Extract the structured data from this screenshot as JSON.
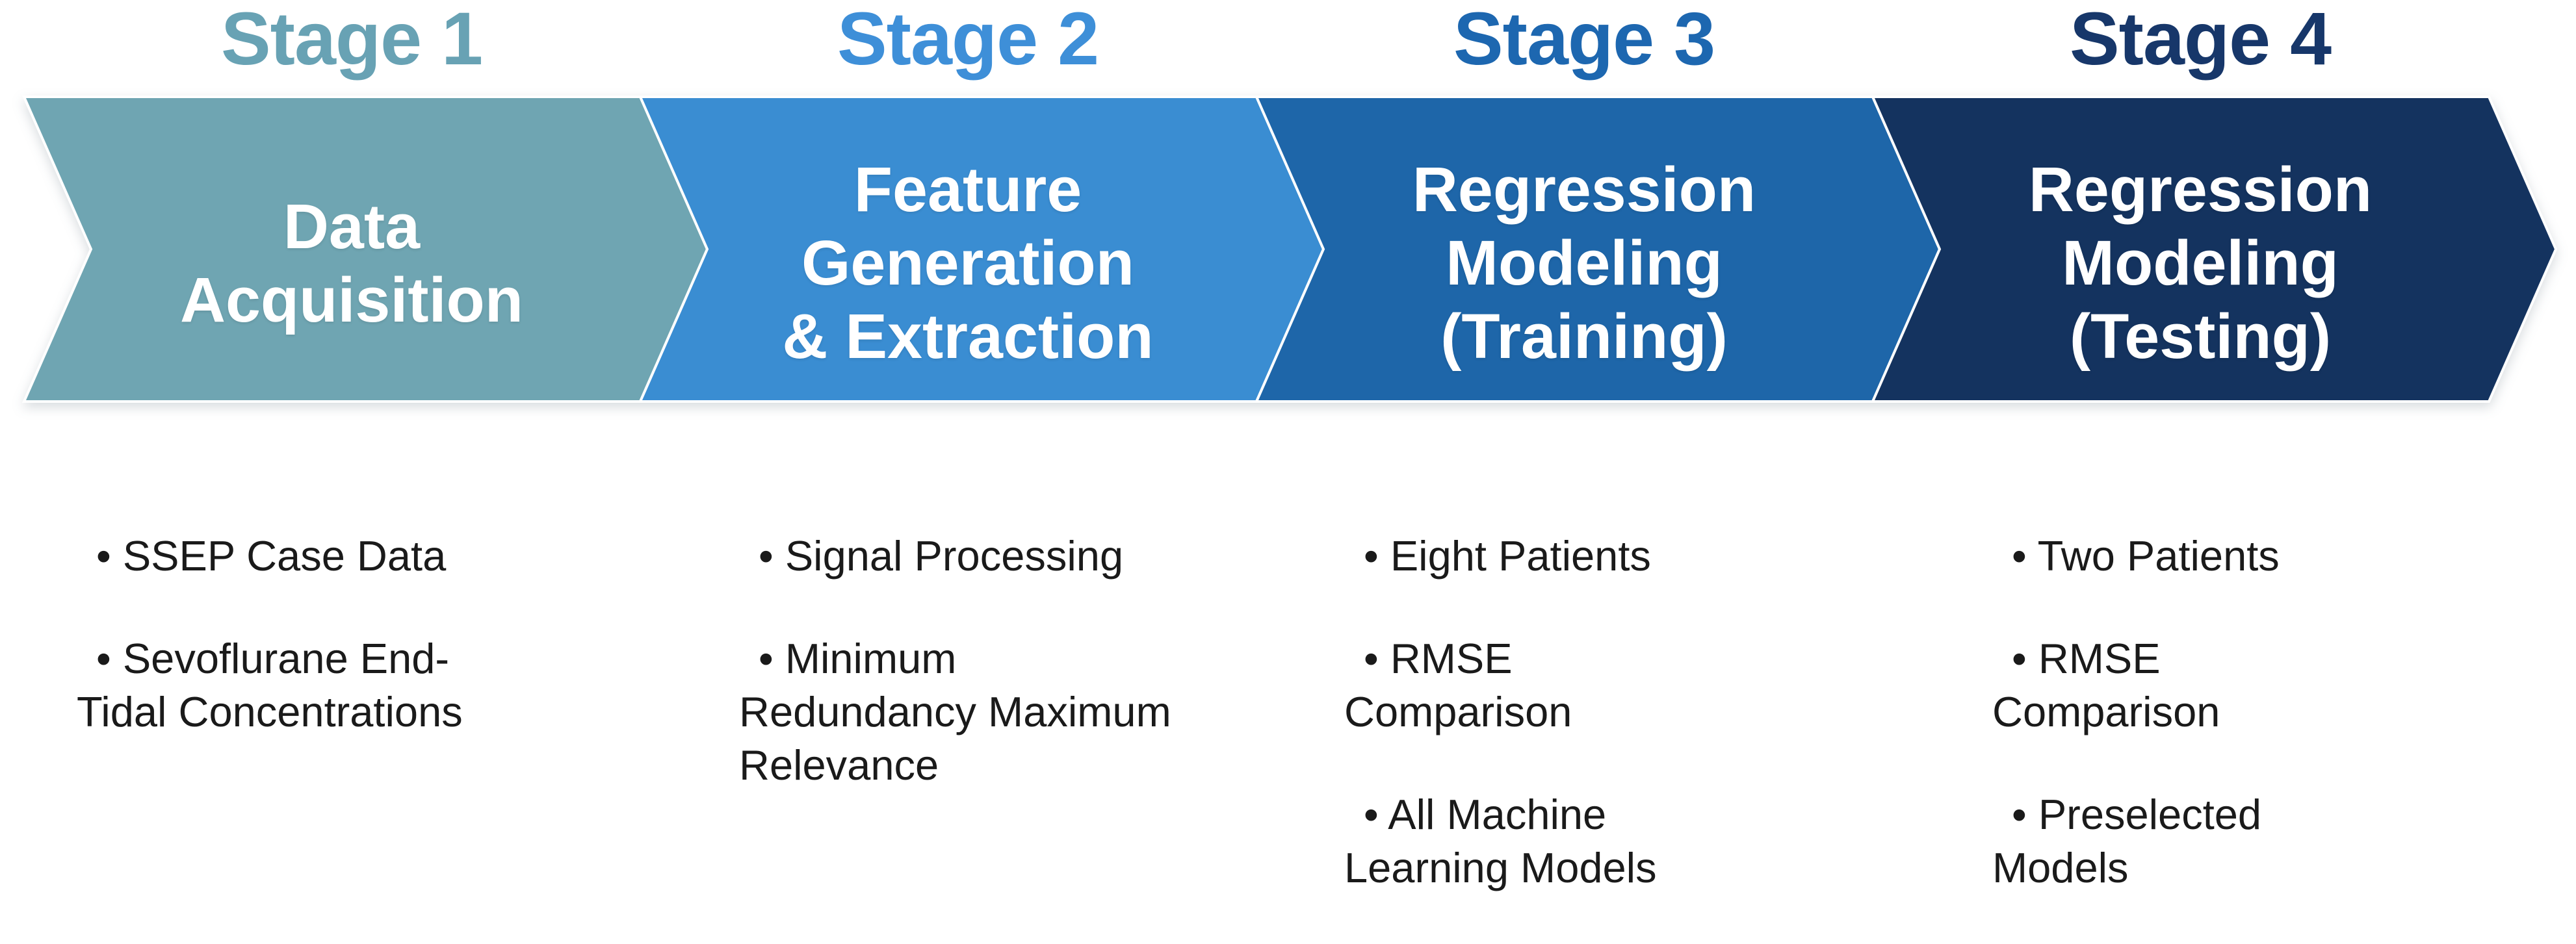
{
  "figure": {
    "background_color": "#FFFFFF",
    "divider_color": "#FFFFFF",
    "arrow_label_color": "#FFFFFF",
    "bullet_text_color": "#1A1A1A",
    "bullet_char": "•"
  },
  "stages": [
    {
      "heading": "Stage 1",
      "heading_color": "#68A2B4",
      "arrow_color": "#6FA5B2",
      "label": "Data Acquisition",
      "label_lines": [
        "Data",
        "Acquisition"
      ],
      "bullets": [
        "• SSEP Case Data",
        "• Sevoflurane End-Tidal Concentrations"
      ]
    },
    {
      "heading": "Stage 2",
      "heading_color": "#3E8FD8",
      "arrow_color": "#3A8DD2",
      "label": "Feature Generation & Extraction",
      "label_lines": [
        "Feature",
        "Generation",
        "& Extraction"
      ],
      "bullets": [
        "• Signal Processing",
        "• Minimum Redundancy Maximum Relevance"
      ]
    },
    {
      "heading": "Stage 3",
      "heading_color": "#1D67B0",
      "arrow_color": "#1E66A9",
      "label": "Regression Modeling (Training)",
      "label_lines": [
        "Regression",
        "Modeling",
        "(Training)"
      ],
      "bullets": [
        "• Eight Patients",
        "• RMSE Comparison",
        "• All Machine Learning Models"
      ]
    },
    {
      "heading": "Stage 4",
      "heading_color": "#17376A",
      "arrow_color": "#14335F",
      "label": "Regression Modeling (Testing)",
      "label_lines": [
        "Regression",
        "Modeling",
        "(Testing)"
      ],
      "bullets": [
        "• Two Patients",
        "• RMSE Comparison",
        "• Preselected Models"
      ]
    }
  ]
}
